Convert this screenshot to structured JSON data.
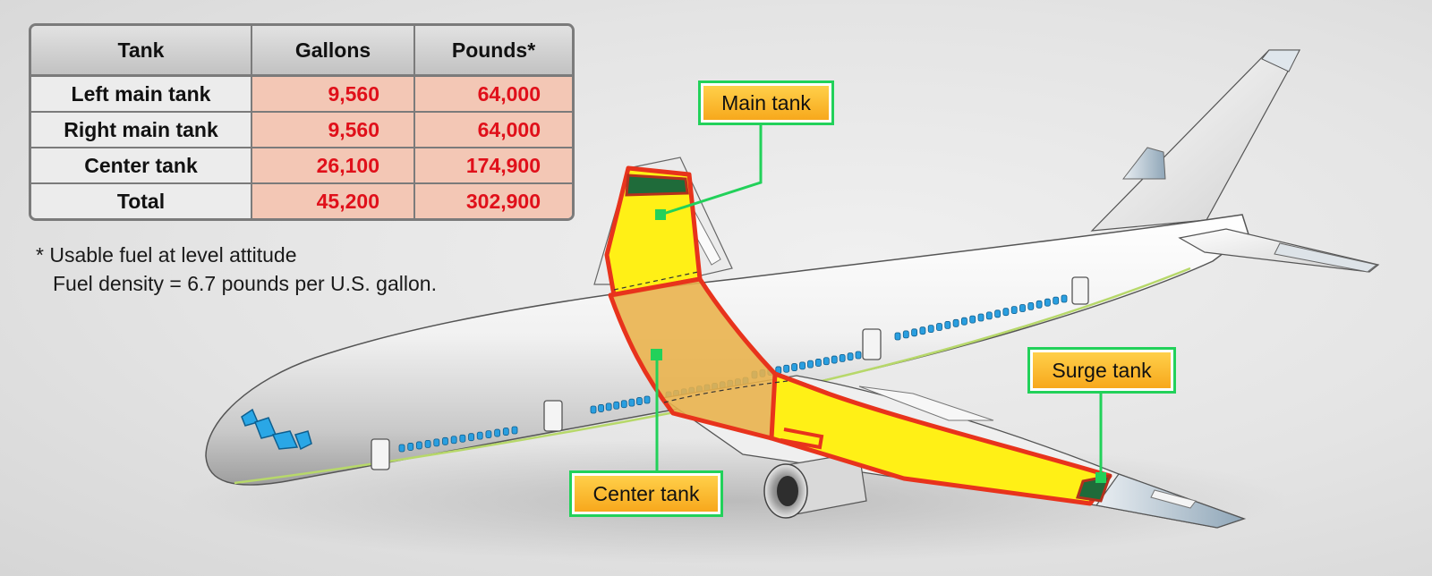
{
  "table": {
    "headers": [
      "Tank",
      "Gallons",
      "Pounds*"
    ],
    "rows": [
      {
        "tank": "Left main tank",
        "gallons": "9,560",
        "pounds": "64,000"
      },
      {
        "tank": "Right main tank",
        "gallons": "9,560",
        "pounds": "64,000"
      },
      {
        "tank": "Center tank",
        "gallons": "26,100",
        "pounds": "174,900"
      },
      {
        "tank": "Total",
        "gallons": "45,200",
        "pounds": "302,900"
      }
    ]
  },
  "footnote": {
    "line1": "* Usable fuel at level attitude",
    "line2": "Fuel density = 6.7 pounds per U.S. gallon."
  },
  "callouts": {
    "main_tank": "Main tank",
    "center_tank": "Center tank",
    "surge_tank": "Surge tank"
  },
  "colors": {
    "main_tank_fill": "#fff016",
    "center_tank_fill": "#e9b24a",
    "surge_tank_fill": "#1f6b3a",
    "tank_outline": "#e8331c",
    "callout_border": "#22d15a",
    "table_value_text": "#e0101a",
    "table_value_bg": "#f3c7b5"
  }
}
